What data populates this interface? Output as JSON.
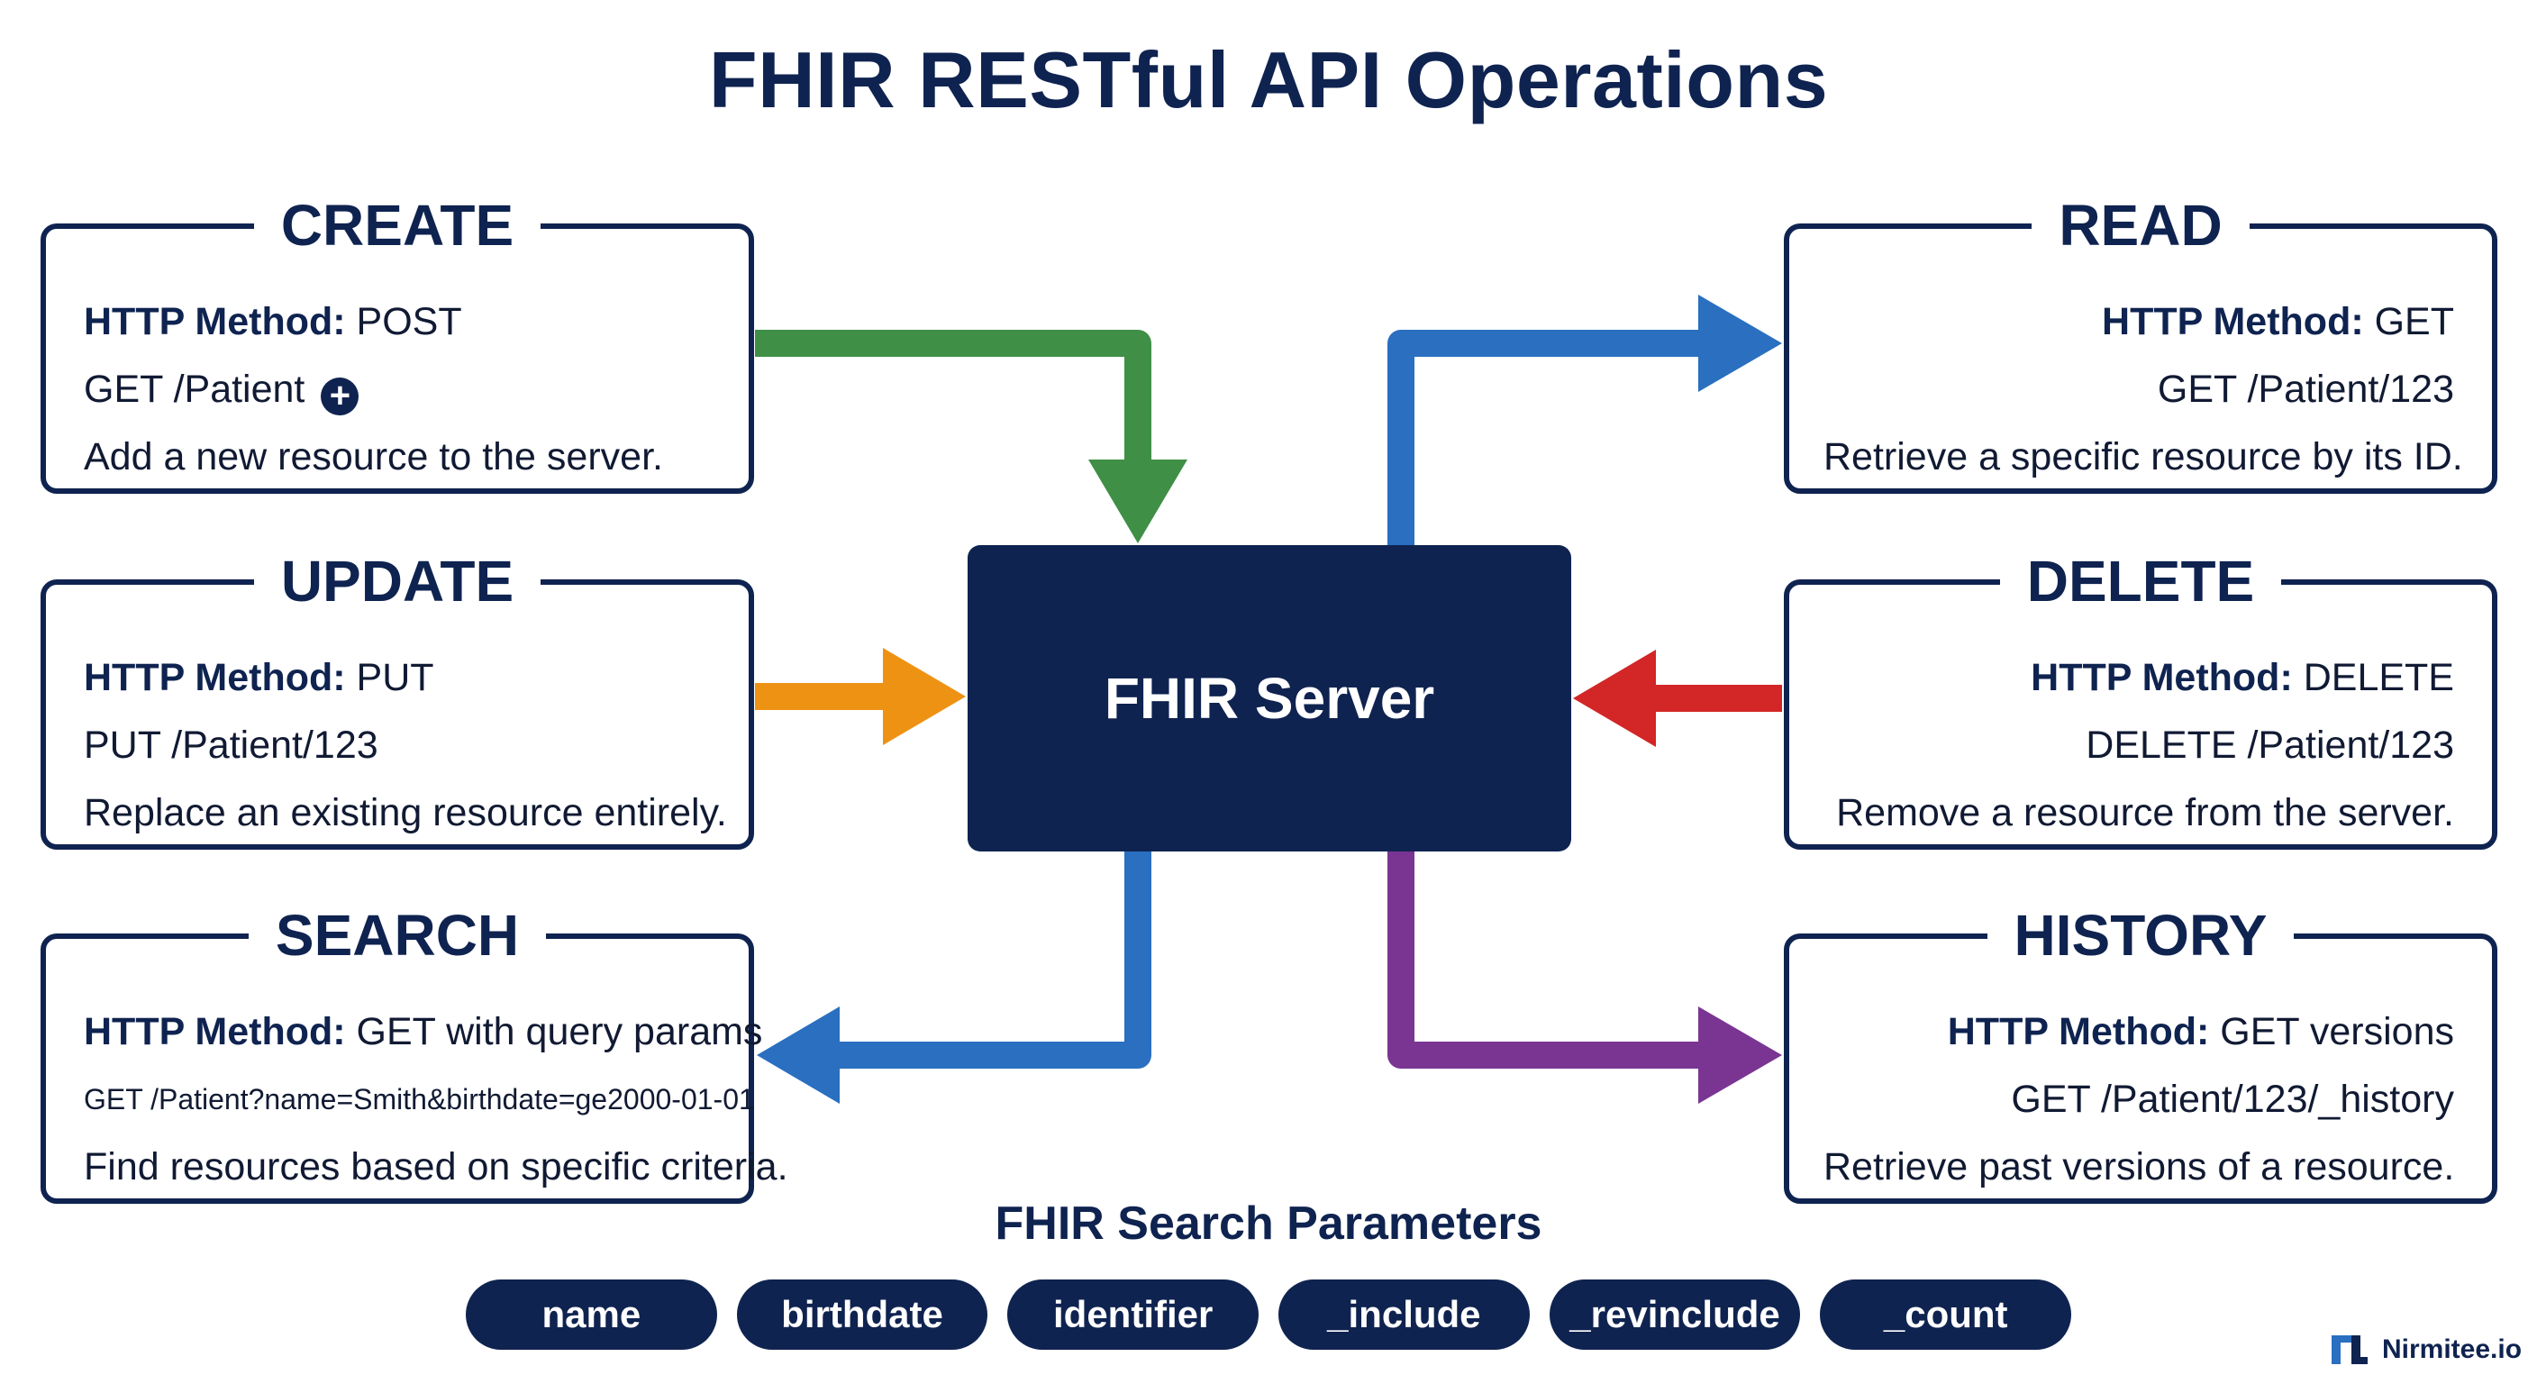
{
  "title": "FHIR RESTful API Operations",
  "server": {
    "label": "FHIR Server"
  },
  "operations": {
    "create": {
      "title": "CREATE",
      "method_label": "HTTP Method:",
      "method": " POST",
      "endpoint": "GET /Patient",
      "description": "Add a new resource to the server.",
      "icon": "plus-circle-icon"
    },
    "read": {
      "title": "READ",
      "method_label": "HTTP Method:",
      "method": " GET",
      "endpoint": "GET /Patient/123",
      "description": "Retrieve a specific resource by its ID."
    },
    "update": {
      "title": "UPDATE",
      "method_label": "HTTP Method:",
      "method": " PUT",
      "endpoint": "PUT /Patient/123",
      "description": "Replace an existing resource entirely."
    },
    "delete": {
      "title": "DELETE",
      "method_label": "HTTP Method:",
      "method": " DELETE",
      "endpoint": "DELETE /Patient/123",
      "description": "Remove a resource from the server."
    },
    "search": {
      "title": "SEARCH",
      "method_label": "HTTP Method:",
      "method": " GET with query params",
      "endpoint": "GET /Patient?name=Smith&birthdate=ge2000-01-01",
      "description": "Find resources based on specific criteria."
    },
    "history": {
      "title": "HISTORY",
      "method_label": "HTTP Method:",
      "method": " GET versions",
      "endpoint": "GET /Patient/123/_history",
      "description": "Retrieve past versions of a resource."
    }
  },
  "search_params": {
    "title": "FHIR Search Parameters",
    "items": [
      "name",
      "birthdate",
      "identifier",
      "_include",
      "_revinclude",
      "_count"
    ]
  },
  "brand": {
    "name": "Nirmitee.io",
    "icon": "nirmitee-logo-icon"
  },
  "colors": {
    "navy": "#0f2350",
    "create_arrow": "#3f8f46",
    "read_arrow": "#2a6fc0",
    "update_arrow": "#ee9214",
    "delete_arrow": "#d32626",
    "search_arrow": "#2a6fc0",
    "history_arrow": "#7a3593"
  }
}
